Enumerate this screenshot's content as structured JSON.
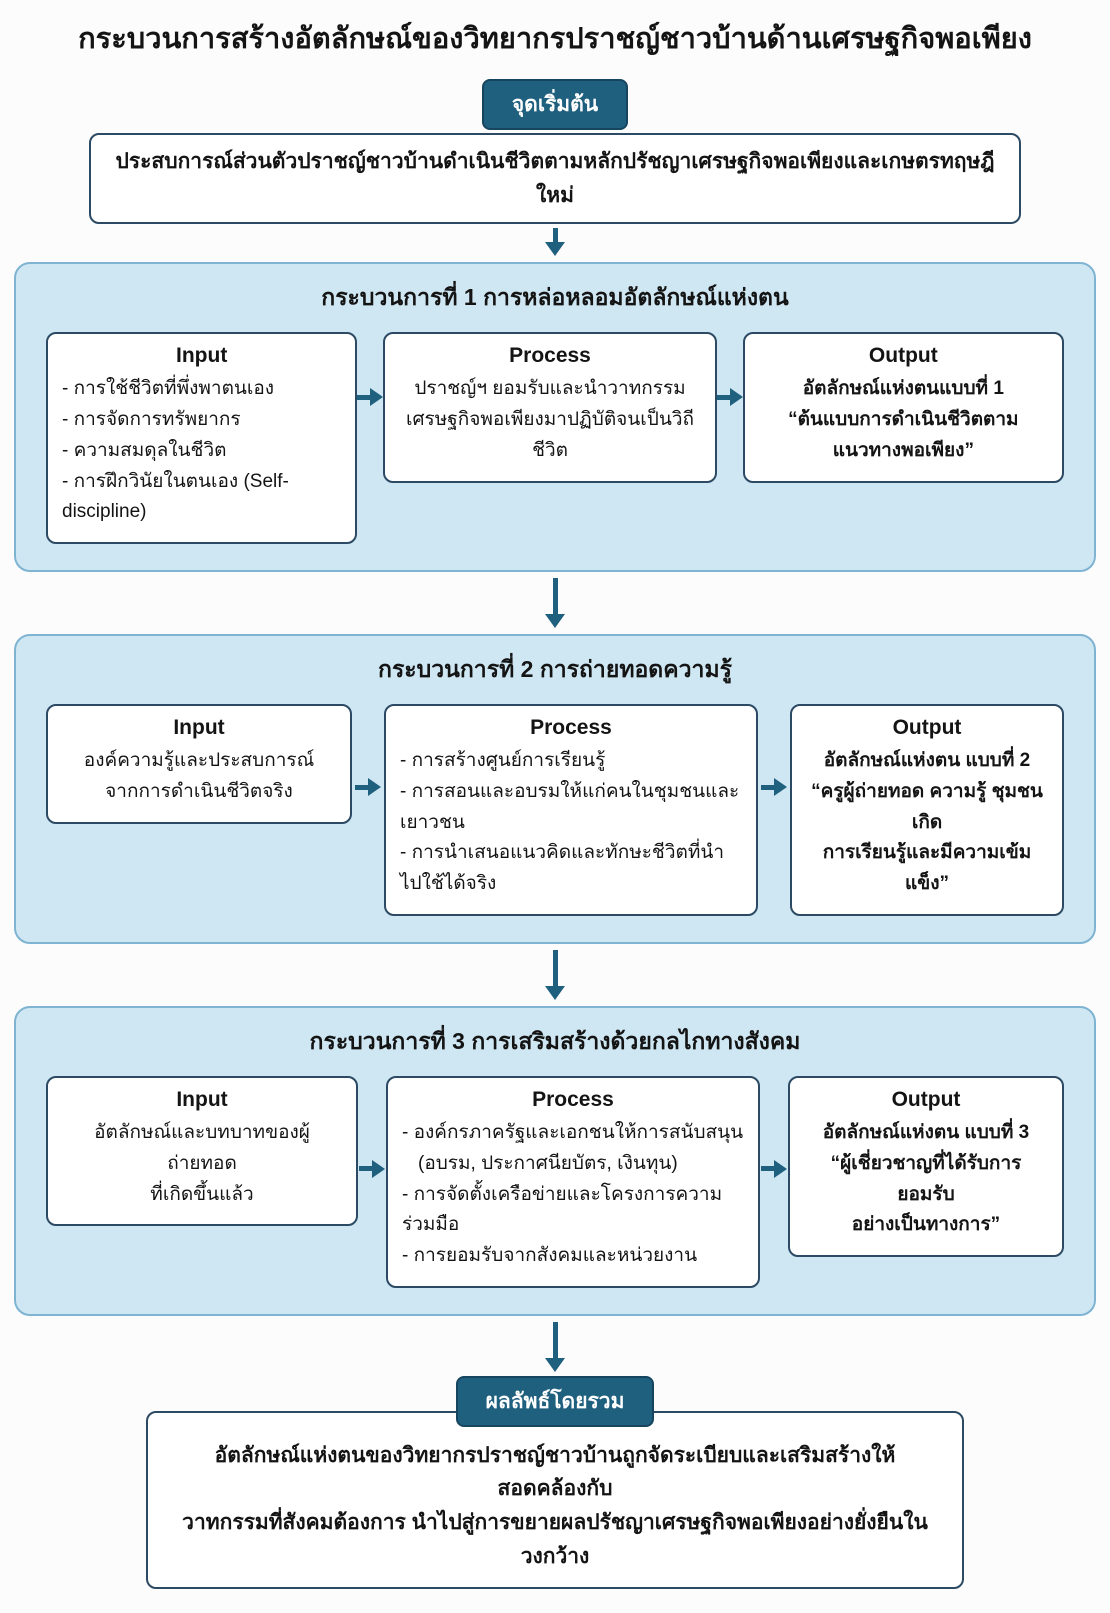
{
  "title": "กระบวนการสร้างอัตลักษณ์ของวิทยากรปราชญ์ชาวบ้านด้านเศรษฐกิจพอเพียง",
  "start_badge": "จุดเริ่มต้น",
  "intro": "ประสบการณ์ส่วนตัวปราชญ์ชาวบ้านดำเนินชีวิตตามหลักปรัชญาเศรษฐกิจพอเพียงและเกษตรทฤษฎีใหม่",
  "sections": [
    {
      "title": "กระบวนการที่ 1 การหล่อหลอมอัตลักษณ์แห่งตน",
      "input": {
        "heading": "Input",
        "lines": [
          "- การใช้ชีวิตที่พึ่งพาตนเอง",
          "- การจัดการทรัพยากร",
          "- ความสมดุลในชีวิต",
          "- การฝึกวินัยในตนเอง (Self-discipline)"
        ]
      },
      "process": {
        "heading": "Process",
        "lines": [
          "ปราชญ์ฯ ยอมรับและนำวาทกรรม",
          "เศรษฐกิจพอเพียงมาปฏิบัติจนเป็นวิถีชีวิต"
        ]
      },
      "output": {
        "heading": "Output",
        "lines": [
          "อัตลักษณ์แห่งตนแบบที่ 1",
          "“ต้นแบบการดำเนินชีวิตตาม",
          "แนวทางพอเพียง”"
        ]
      }
    },
    {
      "title": "กระบวนการที่ 2 การถ่ายทอดความรู้",
      "input": {
        "heading": "Input",
        "lines": [
          "องค์ความรู้และประสบการณ์",
          "จากการดำเนินชีวิตจริง"
        ]
      },
      "process": {
        "heading": "Process",
        "lines": [
          "- การสร้างศูนย์การเรียนรู้",
          "- การสอนและอบรมให้แก่คนในชุมชนและเยาวชน",
          "- การนำเสนอแนวคิดและทักษะชีวิตที่นำไปใช้ได้จริง"
        ]
      },
      "output": {
        "heading": "Output",
        "lines": [
          "อัตลักษณ์แห่งตน แบบที่ 2",
          "“ครูผู้ถ่ายทอด ความรู้ ชุมชนเกิด",
          "การเรียนรู้และมีความเข้มแข็ง”"
        ]
      }
    },
    {
      "title": "กระบวนการที่ 3 การเสริมสร้างด้วยกลไกทางสังคม",
      "input": {
        "heading": "Input",
        "lines": [
          "อัตลักษณ์และบทบาทของผู้ถ่ายทอด",
          "ที่เกิดขึ้นแล้ว"
        ]
      },
      "process": {
        "heading": "Process",
        "lines": [
          "- องค์กรภาครัฐและเอกชนให้การสนับสนุน",
          "(อบรม, ประกาศนียบัตร, เงินทุน)",
          "- การจัดตั้งเครือข่ายและโครงการความร่วมมือ",
          "- การยอมรับจากสังคมและหน่วยงาน"
        ]
      },
      "output": {
        "heading": "Output",
        "lines": [
          "อัตลักษณ์แห่งตน แบบที่ 3",
          "“ผู้เชี่ยวชาญที่ได้รับการยอมรับ",
          "อย่างเป็นทางการ”"
        ]
      }
    }
  ],
  "result_badge": "ผลลัพธ์โดยรวม",
  "result_lines": [
    "อัตลักษณ์แห่งตนของวิทยากรปราชญ์ชาวบ้านถูกจัดระเบียบและเสริมสร้างให้สอดคล้องกับ",
    "วาทกรรมที่สังคมต้องการ นำไปสู่การขยายผลปรัชญาเศรษฐกิจพอเพียงอย่างยั่งยืนในวงกว้าง"
  ],
  "colors": {
    "accent_dark": "#20607f",
    "section_bg": "#cfe7f3",
    "section_border": "#7eb3d2"
  }
}
